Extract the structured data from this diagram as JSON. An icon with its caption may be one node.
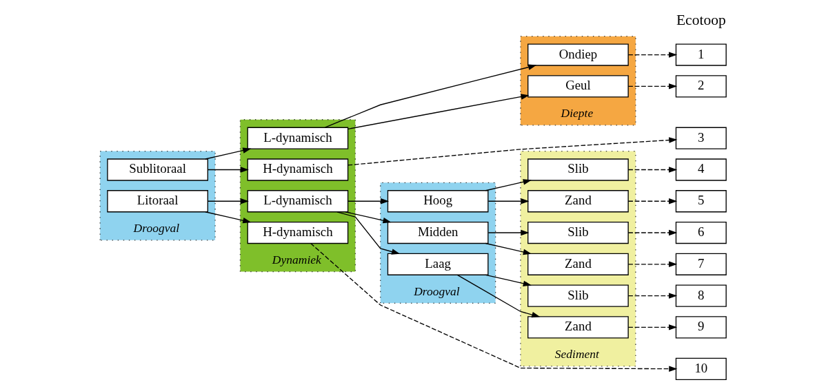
{
  "diagram": {
    "nodes": [
      {
        "text": [
          "Droogval"
        ]
      },
      {
        "text": [
          "Sublitoraal"
        ],
        "in": 0
      },
      {
        "text": [
          "Litoraal"
        ],
        "in": 0
      },
      {
        "text": [
          "Dynamiek"
        ]
      },
      {
        "text": [
          "L-dynamisch"
        ],
        "in": 3
      },
      {
        "text": [
          "H-dynamisch"
        ],
        "in": 3
      },
      {
        "text": [
          "L-dynamisch"
        ],
        "in": 3
      },
      {
        "text": [
          "H-dynamisch"
        ],
        "in": 3
      },
      {
        "text": [
          "Diepte"
        ]
      },
      {
        "text": [
          "Ondiep"
        ],
        "in": 8
      },
      {
        "text": [
          "Geul"
        ],
        "in": 8
      },
      {
        "text": [
          "Droogval"
        ]
      },
      {
        "text": [
          "Hoog"
        ],
        "in": 11
      },
      {
        "text": [
          "Midden"
        ],
        "in": 11
      },
      {
        "text": [
          "Laag"
        ],
        "in": 11
      },
      {
        "text": [
          "Sediment"
        ]
      },
      {
        "text": [
          "Slib"
        ],
        "in": 15
      },
      {
        "text": [
          "Zand"
        ],
        "in": 15
      },
      {
        "text": [
          "Slib"
        ],
        "in": 15
      },
      {
        "text": [
          "Zand"
        ],
        "in": 15
      },
      {
        "text": [
          "Slib"
        ],
        "in": 15
      },
      {
        "text": [
          "Zand"
        ],
        "in": 15
      },
      {
        "text": [
          "1"
        ]
      },
      {
        "text": [
          "2"
        ]
      },
      {
        "text": [
          "3"
        ]
      },
      {
        "text": [
          "4"
        ]
      },
      {
        "text": [
          "5"
        ]
      },
      {
        "text": [
          "6"
        ]
      },
      {
        "text": [
          "7"
        ]
      },
      {
        "text": [
          "8"
        ]
      },
      {
        "text": [
          "9"
        ]
      },
      {
        "text": [
          "10"
        ]
      }
    ],
    "edges": [
      {
        "from": 1,
        "to": 4,
        "arrow": "to"
      },
      {
        "from": 1,
        "to": 5,
        "arrow": "to"
      },
      {
        "from": 2,
        "to": 6,
        "arrow": "to"
      },
      {
        "from": 2,
        "to": 7,
        "arrow": "to"
      },
      {
        "from": 4,
        "to": 9,
        "arrow": "to"
      },
      {
        "from": 4,
        "to": 10,
        "arrow": "to"
      },
      {
        "from": 9,
        "to": 22,
        "arrow": "to",
        "style": "dashed"
      },
      {
        "from": 10,
        "to": 23,
        "arrow": "to",
        "style": "dashed"
      },
      {
        "from": 5,
        "to": 24,
        "arrow": "to",
        "style": "dashed"
      },
      {
        "from": 6,
        "to": 12,
        "arrow": "to"
      },
      {
        "from": 6,
        "to": 13,
        "arrow": "to"
      },
      {
        "from": 6,
        "to": 14,
        "arrow": "to"
      },
      {
        "from": 12,
        "to": 16,
        "arrow": "to"
      },
      {
        "from": 12,
        "to": 17,
        "arrow": "to"
      },
      {
        "from": 13,
        "to": 18,
        "arrow": "to"
      },
      {
        "from": 13,
        "to": 19,
        "arrow": "to"
      },
      {
        "from": 14,
        "to": 20,
        "arrow": "to"
      },
      {
        "from": 14,
        "to": 21,
        "arrow": "to"
      },
      {
        "from": 16,
        "to": 25,
        "arrow": "to",
        "style": "dashed"
      },
      {
        "from": 17,
        "to": 26,
        "arrow": "to",
        "style": "dashed"
      },
      {
        "from": 18,
        "to": 27,
        "arrow": "to",
        "style": "dashed"
      },
      {
        "from": 19,
        "to": 28,
        "arrow": "to",
        "style": "dashed"
      },
      {
        "from": 20,
        "to": 29,
        "arrow": "to",
        "style": "dashed"
      },
      {
        "from": 21,
        "to": 30,
        "arrow": "to",
        "style": "dashed"
      },
      {
        "from": 7,
        "to": 31,
        "arrow": "to",
        "style": "dashed"
      }
    ],
    "labels": [
      "Ecotoop"
    ]
  }
}
